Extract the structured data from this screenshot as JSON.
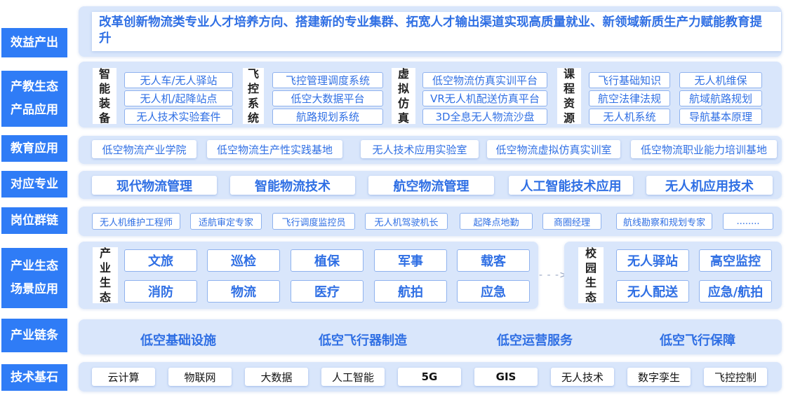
{
  "rows": {
    "output": "效益产出",
    "product_apps": [
      "产教生态",
      "产品应用"
    ],
    "education": "教育应用",
    "majors": "对应专业",
    "jobs": "岗位群链",
    "scene_apps": [
      "产业生态",
      "场景应用"
    ],
    "chain": "产业链条",
    "tech": "技术基石"
  },
  "output_text": "改革创新物流类专业人才培养方向、搭建新的专业集群、拓宽人才输出渠道实现高质量就业、新领域新质生产力赋能教育提升",
  "products": {
    "group1": {
      "head": [
        "智",
        "能",
        "装",
        "备"
      ],
      "items": [
        "无人车/无人驿站",
        "无人机/起降站点",
        "无人技术实验套件"
      ]
    },
    "group2": {
      "head": [
        "飞",
        "控",
        "系",
        "统"
      ],
      "items": [
        "飞控管理调度系统",
        "低空大数据平台",
        "航路规划系统"
      ]
    },
    "group3": {
      "head": [
        "虚",
        "拟",
        "仿",
        "真"
      ],
      "items": [
        "低空物流仿真实训平台",
        "VR无人机配送仿真平台",
        "3D全息无人物流沙盘"
      ]
    },
    "group4": {
      "head": [
        "课",
        "程",
        "资",
        "源"
      ],
      "items": [
        "飞行基础知识",
        "无人机维保",
        "航空法律法规",
        "航域航路规划",
        "无人机系统",
        "导航基本原理"
      ]
    }
  },
  "education_items": [
    "低空物流产业学院",
    "低空物流生产性实践基地",
    "无人技术应用实验室",
    "低空物流虚拟仿真实训室",
    "低空物流职业能力培训基地"
  ],
  "majors_items": [
    "现代物流管理",
    "智能物流技术",
    "航空物流管理",
    "人工智能技术应用",
    "无人机应用技术"
  ],
  "jobs_items": [
    "无人机维护工程师",
    "适航审定专家",
    "飞行调度监控员",
    "无人机驾驶机长",
    "起降点地勤",
    "商圈经理",
    "航线勘察和规划专家",
    "........"
  ],
  "industry": {
    "head": [
      "产",
      "业",
      "生",
      "态"
    ],
    "items": [
      "文旅",
      "巡检",
      "植保",
      "军事",
      "载客",
      "消防",
      "物流",
      "医疗",
      "航拍",
      "应急"
    ]
  },
  "arrow": "- - ->",
  "campus": {
    "head": [
      "校",
      "园",
      "生",
      "态"
    ],
    "items": [
      "无人驿站",
      "高空监控",
      "无人配送",
      "应急/航拍"
    ]
  },
  "chain_items": [
    "低空基础设施",
    "低空飞行器制造",
    "低空运营服务",
    "低空飞行保障"
  ],
  "tech_items": [
    "云计算",
    "物联网",
    "大数据",
    "人工智能",
    "5G",
    "GIS",
    "无人技术",
    "数字孪生",
    "飞控控制"
  ],
  "colors": {
    "label_bg": "#2f7cf6",
    "panel_bg": "#d9e6fb",
    "accent_text": "#2f6fe4"
  }
}
